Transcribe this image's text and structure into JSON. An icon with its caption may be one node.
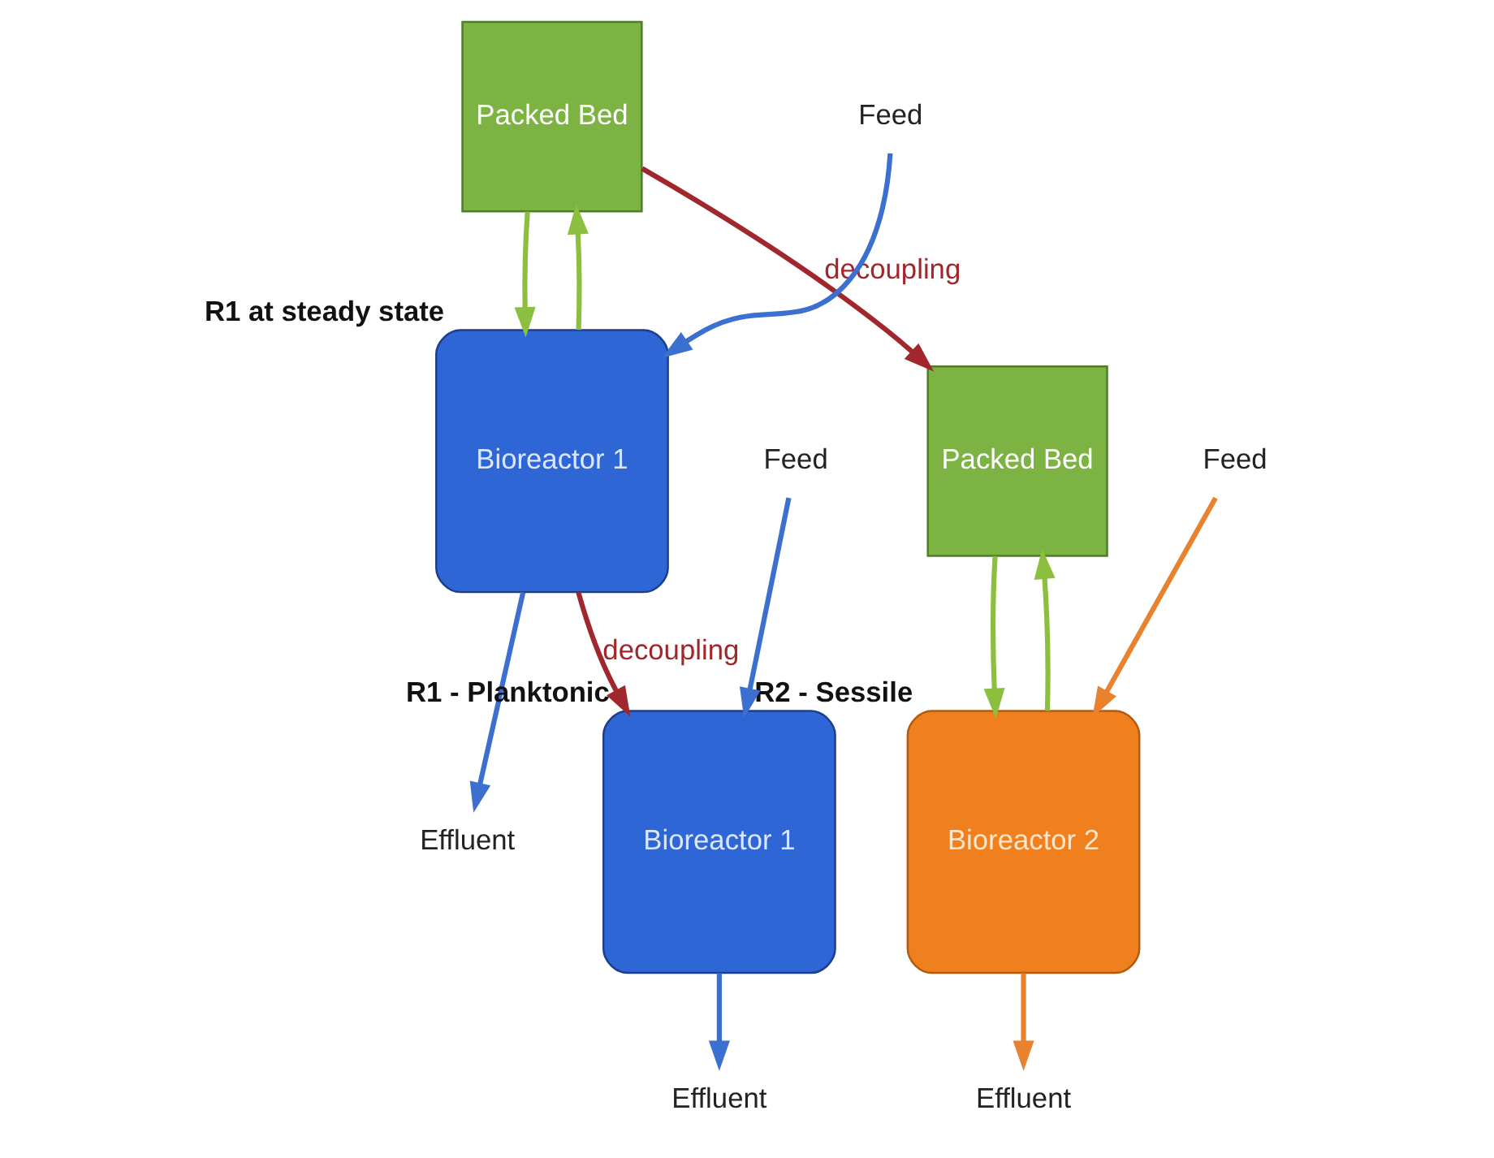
{
  "diagram": {
    "nodes": [
      {
        "text": [
          "Packed Bed"
        ]
      },
      {
        "text": [
          "Effluent"
        ]
      },
      {
        "text": [
          "Feed"
        ]
      },
      {
        "text": [
          "Bioreactor 1"
        ],
        "beside": [
          "R1 at steady state"
        ]
      },
      {
        "text": [
          "Packed Bed"
        ]
      },
      {
        "text": [
          "Effluent"
        ]
      },
      {
        "text": [
          "Feed"
        ]
      },
      {
        "text": [
          "Bioreactor 2"
        ],
        "beside": [
          "R2 - Sessile"
        ]
      },
      {
        "text": [
          "Effluent"
        ]
      },
      {
        "text": [
          "Feed"
        ]
      },
      {
        "text": [
          "Bioreactor 1"
        ],
        "beside": [
          "R1 - Planktonic"
        ]
      }
    ],
    "edges": [
      {
        "from": 2,
        "to": 3,
        "arrow": "to",
        "color": "#3b6fd0"
      },
      {
        "from": 3,
        "to": 1,
        "arrow": "to",
        "color": "#3b6fd0"
      },
      {
        "from": 3,
        "to": 0,
        "arrow": "to",
        "color": "#8cbf3f"
      },
      {
        "from": 0,
        "to": 3,
        "arrow": "to",
        "color": "#8cbf3f"
      },
      {
        "from": 0,
        "to": 4,
        "arrow": "to",
        "label": "decoupling",
        "color": "#a0282c"
      },
      {
        "from": 3,
        "to": 10,
        "arrow": "to",
        "label": "decoupling",
        "color": "#a0282c"
      },
      {
        "from": 6,
        "to": 7,
        "arrow": "to",
        "color": "#e8822e"
      },
      {
        "from": 7,
        "to": 5,
        "arrow": "to",
        "color": "#e8822e"
      },
      {
        "from": 7,
        "to": 4,
        "arrow": "to",
        "color": "#8cbf3f"
      },
      {
        "from": 4,
        "to": 7,
        "arrow": "to",
        "color": "#8cbf3f"
      },
      {
        "from": 10,
        "to": 8,
        "arrow": "to",
        "color": "#3b6fd0"
      },
      {
        "from": 9,
        "to": 10,
        "arrow": "to",
        "color": "#3b6fd0"
      }
    ]
  }
}
